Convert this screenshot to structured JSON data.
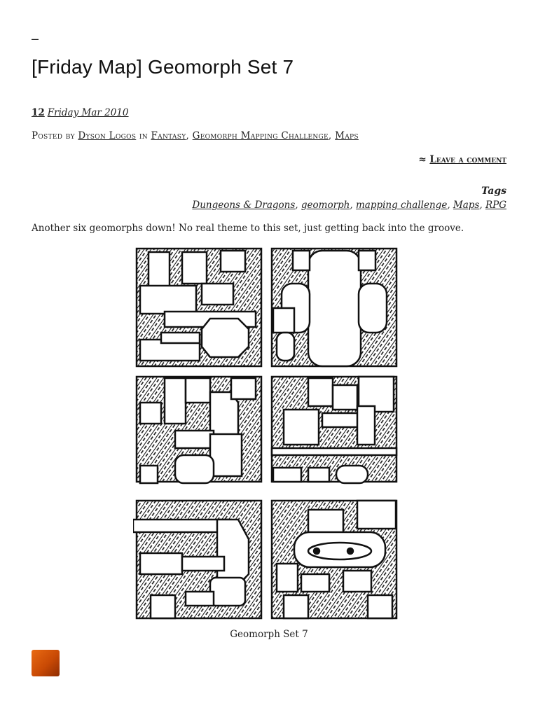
{
  "post": {
    "dash": "–",
    "title": "[Friday Map] Geomorph Set 7",
    "date_day": "12",
    "date_rest": "Friday Mar 2010",
    "byline_posted": "Posted by",
    "author": "Dyson Logos",
    "byline_in": "in",
    "categories": [
      "Fantasy",
      "Geomorph Mapping Challenge",
      "Maps"
    ],
    "comment_prefix": "≈",
    "comment_link": "Leave a comment",
    "tags_label": "Tags",
    "tags": [
      "Dungeons & Dragons",
      "geomorph",
      "mapping challenge",
      "Maps",
      "RPG"
    ],
    "intro": "Another six geomorphs down! No real theme to this set, just getting back into the groove.",
    "caption": "Geomorph Set 7"
  },
  "icons": {
    "map_image": "dungeon-map-image",
    "avatar": "dice-avatar-icon"
  },
  "colors": {
    "link": "#222222",
    "ink": "#111111",
    "avatar": "#d9560a"
  }
}
